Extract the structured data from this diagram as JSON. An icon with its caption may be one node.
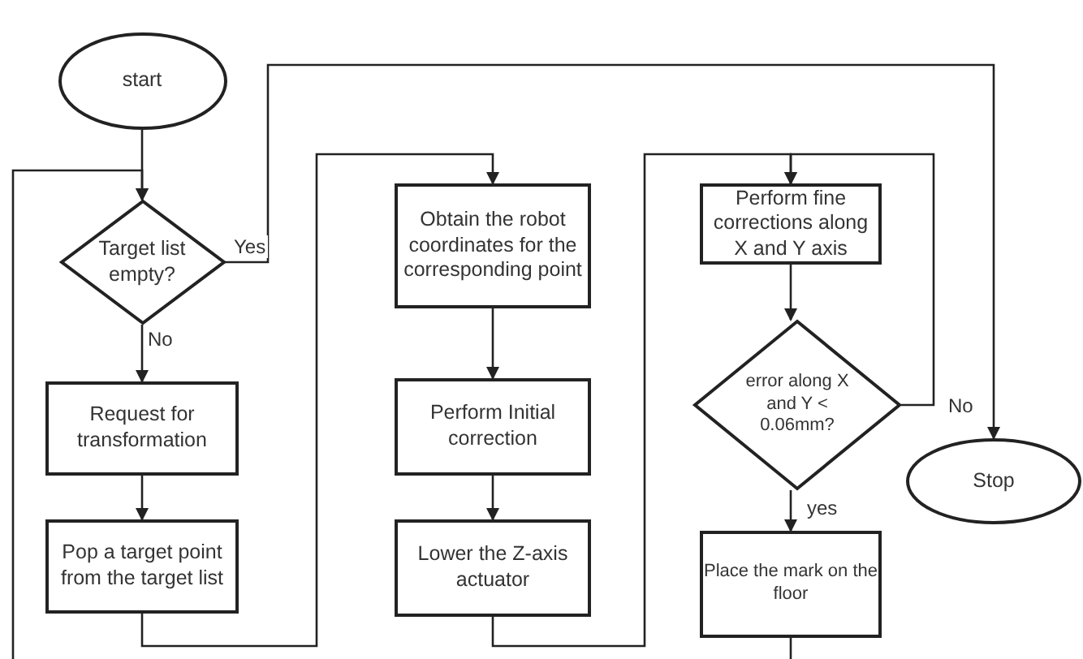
{
  "diagram": {
    "nodes": [
      {
        "text": [
          "start"
        ]
      },
      {
        "text": [
          "Target list empty?"
        ]
      },
      {
        "text": [
          "Request for transformation"
        ]
      },
      {
        "text": [
          "Pop a target point from the target list"
        ]
      },
      {
        "text": [
          "Obtain the robot coordinates for the corresponding point"
        ]
      },
      {
        "text": [
          "Perform Initial correction"
        ]
      },
      {
        "text": [
          "Lower the Z-axis actuator"
        ]
      },
      {
        "text": [
          "Perform fine corrections along X and Y axis"
        ]
      },
      {
        "text": [
          "error along X and Y < 0.06mm?"
        ]
      },
      {
        "text": [
          "Place the mark on the floor"
        ]
      },
      {
        "text": [
          "Stop"
        ]
      }
    ],
    "edges": [
      {
        "from": 0,
        "to": 1,
        "arrow": "to"
      },
      {
        "from": 1,
        "to": 10,
        "arrow": "to",
        "label": "Yes"
      },
      {
        "from": 1,
        "to": 2,
        "arrow": "to",
        "label": "No"
      },
      {
        "from": 2,
        "to": 3,
        "arrow": "to"
      },
      {
        "from": 3,
        "to": 4,
        "arrow": "to"
      },
      {
        "from": 4,
        "to": 5,
        "arrow": "to"
      },
      {
        "from": 5,
        "to": 6,
        "arrow": "to"
      },
      {
        "from": 6,
        "to": 7,
        "arrow": "to"
      },
      {
        "from": 7,
        "to": 8,
        "arrow": "to"
      },
      {
        "from": 8,
        "to": 7,
        "arrow": "to",
        "label": "No"
      },
      {
        "from": 8,
        "to": 9,
        "arrow": "to",
        "label": "yes"
      },
      {
        "from": 9,
        "to": null,
        "arrow": "none"
      },
      {
        "from": null,
        "to": 1,
        "arrow": "to"
      }
    ]
  }
}
